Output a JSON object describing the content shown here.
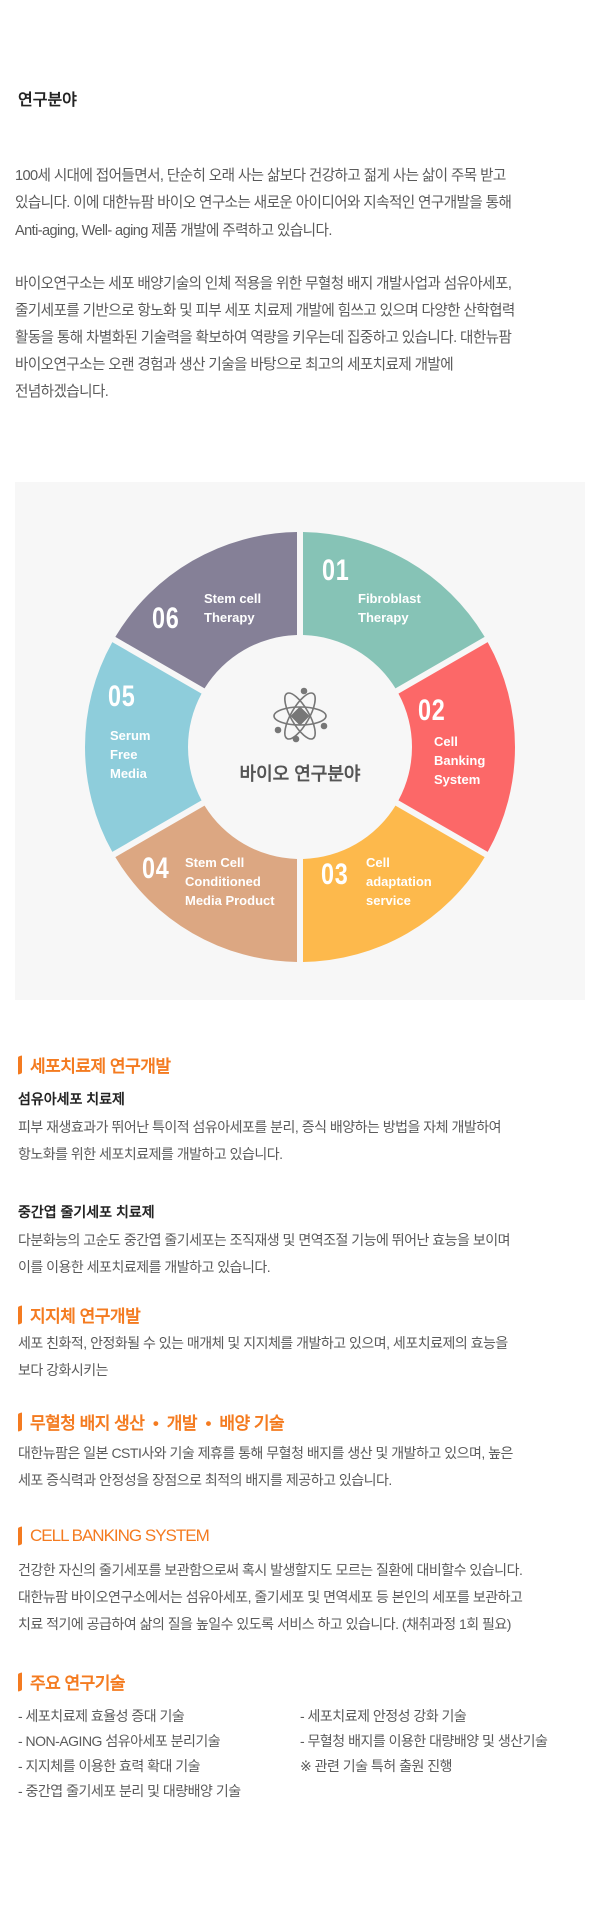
{
  "title": "연구분야",
  "intro": [
    "100세 시대에 접어들면서,  단순히 오래 사는 삶보다 건강하고 젊게 사는 삶이 주목 받고",
    "있습니다.  이에 대한뉴팜 바이오 연구소는 새로운 아이디어와 지속적인 연구개발을 통해",
    "Anti-aging, Well- aging 제품 개발에 주력하고 있습니다.",
    "바이오연구소는 세포 배양기술의 인체 적용을 위한 무혈청 배지 개발사업과 섬유아세포,",
    "줄기세포를 기반으로 항노화 및 피부 세포 치료제 개발에 힘쓰고 있으며 다양한 산학협력",
    "활동을 통해 차별화된 기술력을 확보하여 역량을 키우는데 집중하고 있습니다. 대한뉴팜",
    "바이오연구소는 오랜 경험과 생산 기술을 바탕으로 최고의 세포치료제 개발에",
    "전념하겠습니다."
  ],
  "diagram": {
    "center_label": "바이오 연구분야",
    "segments": [
      {
        "num": "01",
        "label": "Fibroblast\nTherapy",
        "color": "#86c3b6"
      },
      {
        "num": "02",
        "label": "Cell\nBanking\nSystem",
        "color": "#fc6868"
      },
      {
        "num": "03",
        "label": "Cell\nadaptation\nservice",
        "color": "#fdb94c"
      },
      {
        "num": "04",
        "label": "Stem Cell\nConditioned\nMedia Product",
        "color": "#dca782"
      },
      {
        "num": "05",
        "label": "Serum\nFree\nMedia",
        "color": "#8ecddb"
      },
      {
        "num": "06",
        "label": "Stem cell\nTherapy",
        "color": "#858097"
      }
    ]
  },
  "sections": {
    "cell_therapy": {
      "heading": "세포치료제 연구개발",
      "sub1": "섬유아세포 치료제",
      "sub1_lines": [
        "피부 재생효과가 뛰어난 특이적 섬유아세포를 분리, 증식 배양하는 방법을 자체 개발하여",
        "항노화를 위한 세포치료제를 개발하고 있습니다."
      ],
      "sub2": "중간엽 줄기세포 치료제",
      "sub2_lines": [
        "다분화능의 고순도 중간엽 줄기세포는 조직재생 및 면역조절 기능에 뛰어난 효능을 보이며",
        "이를 이용한 세포치료제를 개발하고 있습니다."
      ]
    },
    "scaffold": {
      "heading": "지지체 연구개발",
      "lines": [
        "세포 친화적, 안정화될 수 있는 매개체 및 지지체를 개발하고 있으며,  세포치료제의 효능을",
        "보다 강화시키는"
      ]
    },
    "serum_free": {
      "heading": "무혈청 배지 생산  •  개발  •  배양 기술",
      "lines": [
        "대한뉴팜은 일본 CSTI사와 기술 제휴를 통해 무혈청 배지를 생산 및 개발하고 있으며, 높은",
        "세포 증식력과 안정성을 장점으로 최적의 배지를 제공하고 있습니다."
      ]
    },
    "cell_banking": {
      "heading": "CELL BANKING SYSTEM",
      "lines": [
        "건강한 자신의 줄기세포를 보관함으로써 혹시 발생할지도 모르는 질환에 대비할수 있습니다.",
        "대한뉴팜 바이오연구소에서는 섬유아세포, 줄기세포 및 면역세포 등 본인의 세포를 보관하고",
        "치료 적기에 공급하여 삶의 질을 높일수 있도록 서비스 하고 있습니다.  (채취과정 1회 필요)"
      ]
    },
    "key_tech": {
      "heading": "주요 연구기술",
      "left": [
        "- 세포치료제 효율성 증대 기술",
        "- NON-AGING 섬유아세포 분리기술",
        "- 지지체를 이용한 효력 확대 기술",
        "- 중간엽 줄기세포 분리 및 대량배양 기술"
      ],
      "right": [
        "- 세포치료제 안정성 강화 기술",
        "- 무혈청 배지를 이용한 대량배양 및 생산기술",
        "※ 관련 기술 특허 출원 진행"
      ]
    }
  }
}
